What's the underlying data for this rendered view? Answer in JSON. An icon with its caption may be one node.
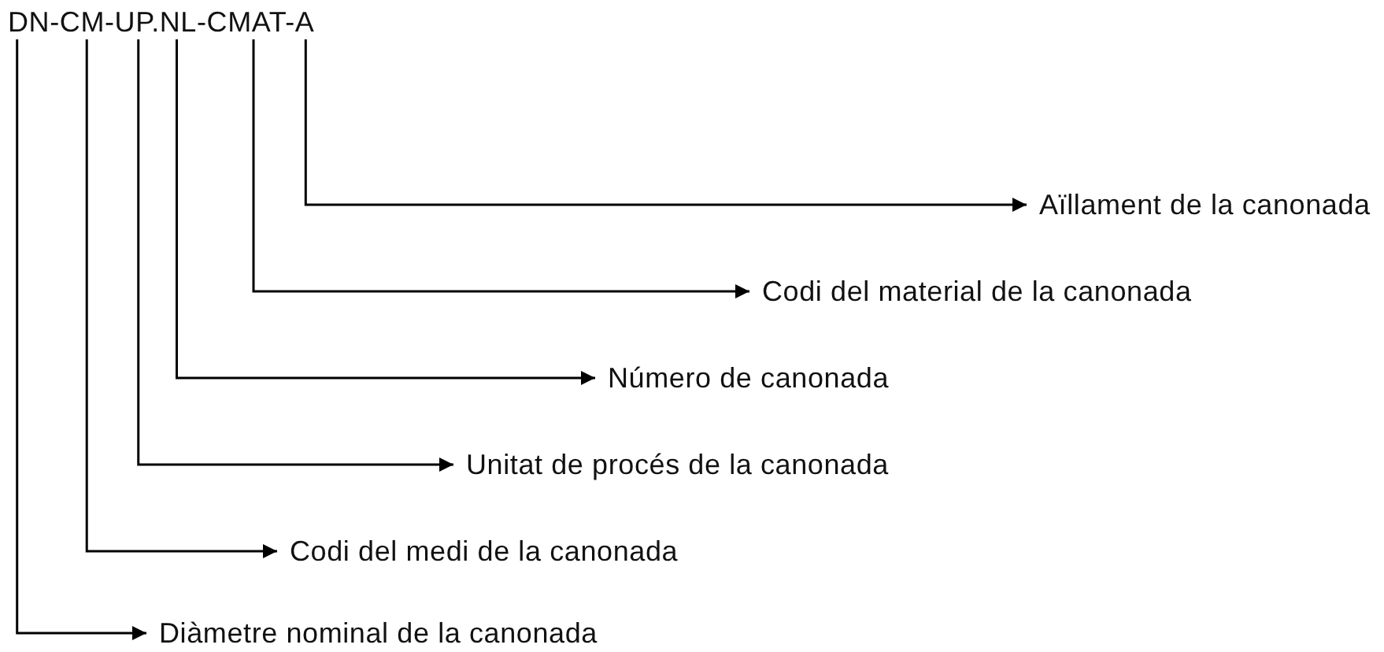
{
  "diagram": {
    "nodes": [
      {
        "text": [
          "DN-CM-UP.NL-CMAT-A"
        ]
      },
      {
        "text": [
          "Aïllament de la canonada"
        ]
      },
      {
        "text": [
          "Codi del material de la canonada"
        ]
      },
      {
        "text": [
          "Número de canonada"
        ]
      },
      {
        "text": [
          "Unitat de procés de la canonada"
        ]
      },
      {
        "text": [
          "Codi del medi de la canonada"
        ]
      },
      {
        "text": [
          "Diàmetre nominal de la canonada"
        ]
      }
    ],
    "edges": [
      {
        "from": 0,
        "to": 1,
        "arrow": "to"
      },
      {
        "from": 0,
        "to": 2,
        "arrow": "to"
      },
      {
        "from": 0,
        "to": 3,
        "arrow": "to"
      },
      {
        "from": 0,
        "to": 4,
        "arrow": "to"
      },
      {
        "from": 0,
        "to": 5,
        "arrow": "to"
      },
      {
        "from": 0,
        "to": 6,
        "arrow": "to"
      }
    ]
  }
}
